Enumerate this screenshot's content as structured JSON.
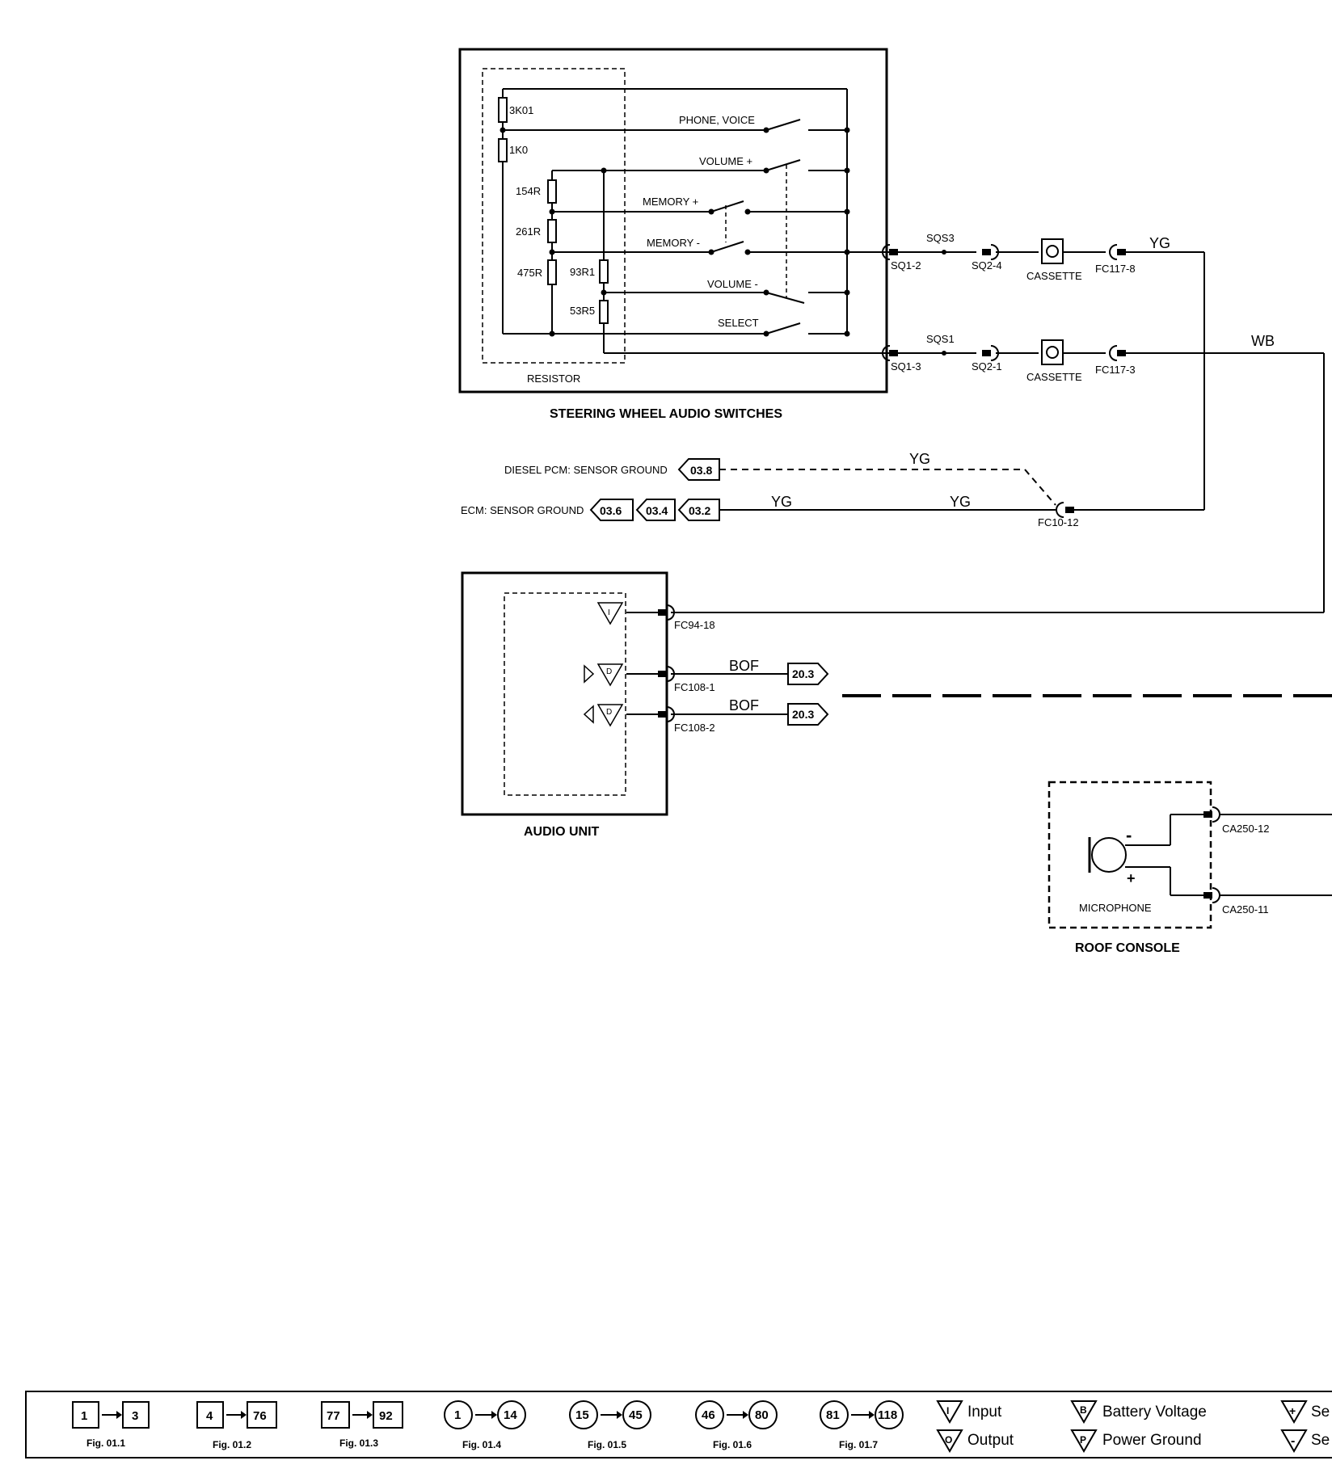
{
  "steering_wheel": {
    "title": "STEERING WHEEL AUDIO SWITCHES",
    "resistor_label": "RESISTOR",
    "resistors": [
      "3K01",
      "1K0",
      "154R",
      "261R",
      "475R",
      "93R1",
      "53R5"
    ],
    "switches": [
      "PHONE, VOICE",
      "VOLUME +",
      "MEMORY +",
      "MEMORY -",
      "VOLUME -",
      "SELECT"
    ]
  },
  "connectors": {
    "sq1_2": "SQ1-2",
    "sq1_3": "SQ1-3",
    "sqs3": "SQS3",
    "sqs1": "SQS1",
    "sq2_4": "SQ2-4",
    "sq2_1": "SQ2-1",
    "cassette": "CASSETTE",
    "fc117_8": "FC117-8",
    "fc117_3": "FC117-3",
    "fc10_12": "FC10-12",
    "fc94_18": "FC94-18",
    "fc108_1": "FC108-1",
    "fc108_2": "FC108-2",
    "ca250_12": "CA250-12",
    "ca250_11": "CA250-11"
  },
  "wires": {
    "yg": "YG",
    "wb": "WB",
    "bof": "BOF"
  },
  "grounds": {
    "diesel_label": "DIESEL PCM: SENSOR GROUND",
    "diesel_ref": "03.8",
    "ecm_label": "ECM: SENSOR GROUND",
    "ecm_refs": [
      "03.6",
      "03.4",
      "03.2"
    ]
  },
  "audio_unit": {
    "title": "AUDIO UNIT",
    "ref": "20.3"
  },
  "roof_console": {
    "title": "ROOF CONSOLE",
    "microphone_label": "MICROPHONE"
  },
  "legend": {
    "ranges": [
      {
        "from": "1",
        "to": "3",
        "fig": "Fig. 01.1"
      },
      {
        "from": "4",
        "to": "76",
        "fig": "Fig. 01.2"
      },
      {
        "from": "77",
        "to": "92",
        "fig": "Fig. 01.3"
      },
      {
        "from": "1",
        "to": "14",
        "fig": "Fig. 01.4"
      },
      {
        "from": "15",
        "to": "45",
        "fig": "Fig. 01.5"
      },
      {
        "from": "46",
        "to": "80",
        "fig": "Fig. 01.6"
      },
      {
        "from": "81",
        "to": "118",
        "fig": "Fig. 01.7"
      }
    ],
    "input": "Input",
    "output": "Output",
    "battery": "Battery Voltage",
    "power_ground": "Power Ground",
    "se_1": "Se",
    "se_2": "Se"
  }
}
